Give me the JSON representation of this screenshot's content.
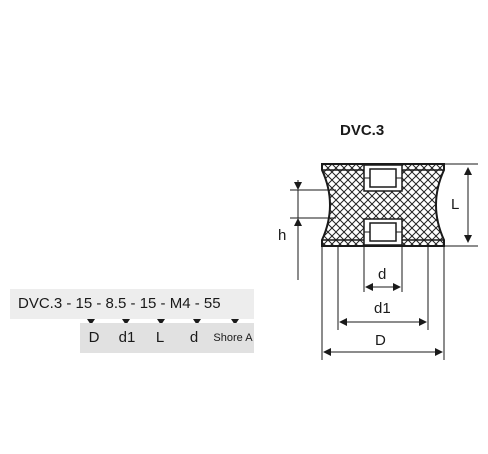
{
  "product_title": "DVC.3",
  "order_code": {
    "text": "DVC.3 - 15 - 8.5 - 15 - M4 - 55"
  },
  "legend": [
    {
      "label": "D"
    },
    {
      "label": "d1"
    },
    {
      "label": "L"
    },
    {
      "label": "d"
    },
    {
      "label": "Shore A"
    }
  ],
  "dimensions": {
    "L": "L",
    "h": "h",
    "d": "d",
    "d1": "d1",
    "D": "D"
  },
  "colors": {
    "code_background": "#ededed",
    "legend_background": "#e1e1e1",
    "line": "#1a1a1a",
    "hatch": "#222222"
  }
}
